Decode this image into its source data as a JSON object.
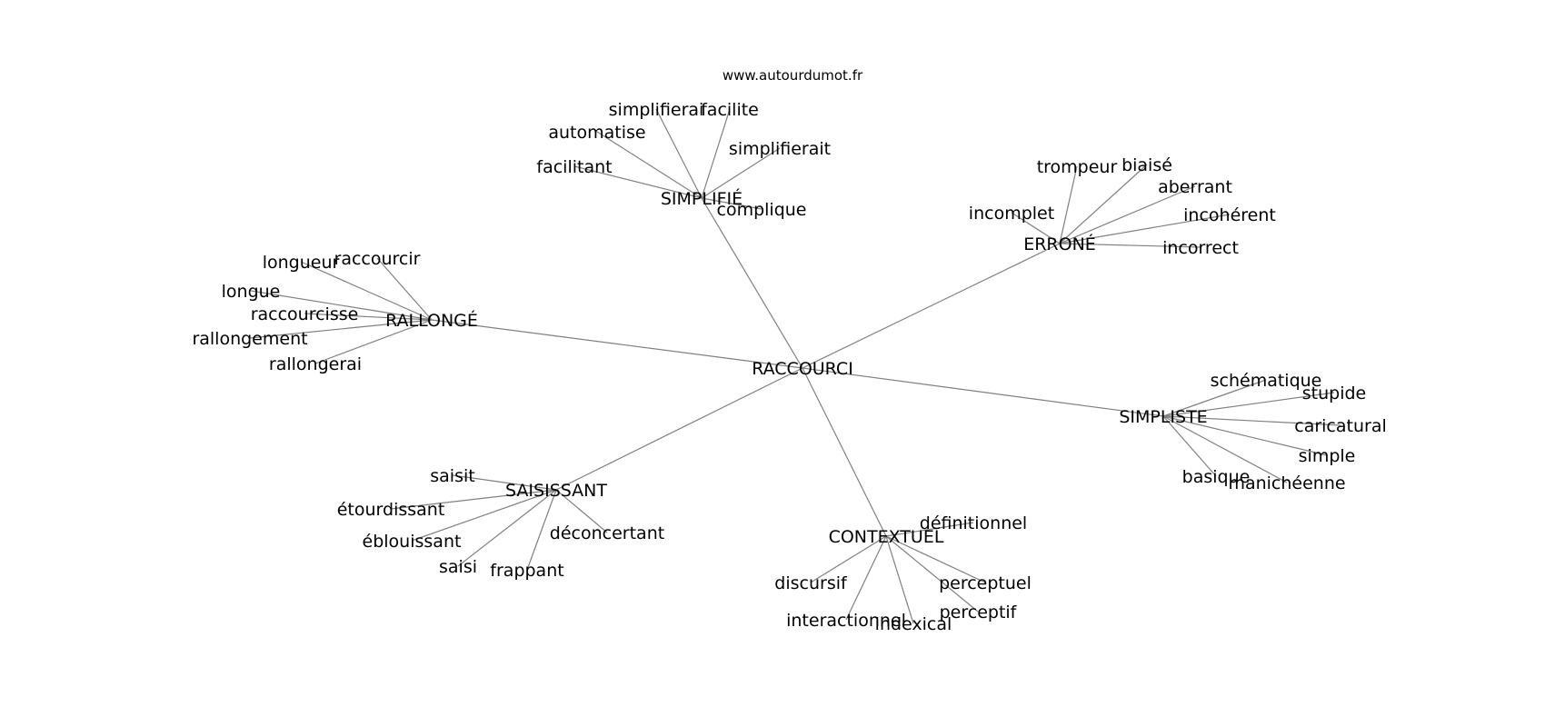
{
  "watermark": "www.autourdumot.fr",
  "center": {
    "id": "c",
    "label": "RACCOURCI"
  },
  "groups": [
    {
      "id": "simplifie",
      "label": "SIMPLIFIÉ",
      "leaves": [
        {
          "id": "simplifie-1",
          "label": "simplifierai"
        },
        {
          "id": "simplifie-2",
          "label": "facilite"
        },
        {
          "id": "simplifie-3",
          "label": "automatise"
        },
        {
          "id": "simplifie-4",
          "label": "simplifierait"
        },
        {
          "id": "simplifie-5",
          "label": "facilitant"
        },
        {
          "id": "simplifie-6",
          "label": "complique"
        }
      ]
    },
    {
      "id": "errone",
      "label": "ERRONÉ",
      "leaves": [
        {
          "id": "errone-1",
          "label": "trompeur"
        },
        {
          "id": "errone-2",
          "label": "biaisé"
        },
        {
          "id": "errone-3",
          "label": "aberrant"
        },
        {
          "id": "errone-4",
          "label": "incomplet"
        },
        {
          "id": "errone-5",
          "label": "incohérent"
        },
        {
          "id": "errone-6",
          "label": "incorrect"
        }
      ]
    },
    {
      "id": "rallonge",
      "label": "RALLONGÉ",
      "leaves": [
        {
          "id": "rallonge-1",
          "label": "raccourcir"
        },
        {
          "id": "rallonge-2",
          "label": "longueur"
        },
        {
          "id": "rallonge-3",
          "label": "longue"
        },
        {
          "id": "rallonge-4",
          "label": "raccourcisse"
        },
        {
          "id": "rallonge-5",
          "label": "rallongement"
        },
        {
          "id": "rallonge-6",
          "label": "rallongerai"
        }
      ]
    },
    {
      "id": "simpliste",
      "label": "SIMPLISTE",
      "leaves": [
        {
          "id": "simpliste-1",
          "label": "schématique"
        },
        {
          "id": "simpliste-2",
          "label": "stupide"
        },
        {
          "id": "simpliste-3",
          "label": "caricatural"
        },
        {
          "id": "simpliste-4",
          "label": "simple"
        },
        {
          "id": "simpliste-5",
          "label": "basique"
        },
        {
          "id": "simpliste-6",
          "label": "manichéenne"
        }
      ]
    },
    {
      "id": "saisissant",
      "label": "SAISISSANT",
      "leaves": [
        {
          "id": "saisissant-1",
          "label": "saisit"
        },
        {
          "id": "saisissant-2",
          "label": "étourdissant"
        },
        {
          "id": "saisissant-3",
          "label": "éblouissant"
        },
        {
          "id": "saisissant-4",
          "label": "déconcertant"
        },
        {
          "id": "saisissant-5",
          "label": "saisi"
        },
        {
          "id": "saisissant-6",
          "label": "frappant"
        }
      ]
    },
    {
      "id": "contextuel",
      "label": "CONTEXTUEL",
      "leaves": [
        {
          "id": "contextuel-1",
          "label": "définitionnel"
        },
        {
          "id": "contextuel-2",
          "label": "discursif"
        },
        {
          "id": "contextuel-3",
          "label": "perceptuel"
        },
        {
          "id": "contextuel-4",
          "label": "perceptif"
        },
        {
          "id": "contextuel-5",
          "label": "interactionnel"
        },
        {
          "id": "contextuel-6",
          "label": "indexical"
        }
      ]
    }
  ]
}
